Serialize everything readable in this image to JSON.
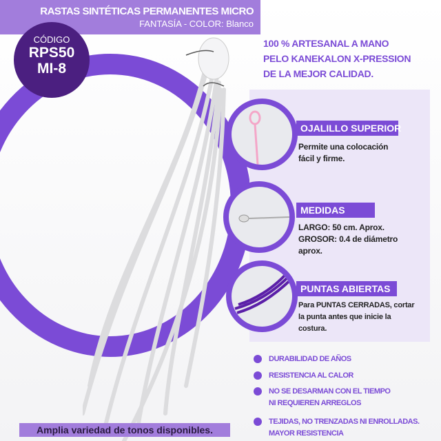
{
  "header": {
    "title": "RASTAS SINTÉTICAS PERMANENTES MICRO",
    "subtitle": "FANTASÍA - COLOR: Blanco"
  },
  "code": {
    "label": "CÓDIGO",
    "line1": "RPS50",
    "line2": "MI-8"
  },
  "claims": [
    "100 % ARTESANAL A MANO",
    "PELO KANEKALON X-PRESSION",
    "DE LA MEJOR CALIDAD."
  ],
  "features": [
    {
      "title": "OJALILLO SUPERIOR",
      "desc": [
        "Permite una colocación",
        "fácil y firme."
      ]
    },
    {
      "title": "MEDIDAS",
      "desc": [
        "LARGO: 50 cm. Aprox.",
        "GROSOR: 0.4 de diámetro",
        "aprox."
      ]
    },
    {
      "title": "PUNTAS ABIERTAS",
      "desc": [
        "Para PUNTAS CERRADAS, cortar",
        "la punta antes que inicie la",
        "costura."
      ]
    }
  ],
  "bullets": [
    [
      "DURABILIDAD DE AÑOS"
    ],
    [
      "RESISTENCIA AL CALOR"
    ],
    [
      "NO SE DESARMAN CON EL TIEMPO",
      "NI REQUIEREN ARREGLOS"
    ],
    [
      "TEJIDAS, NO TRENZADAS NI ENROLLADAS.",
      "MAYOR RESISTENCIA"
    ]
  ],
  "footer": "Amplia variedad de tonos disponibles.",
  "colors": {
    "accent": "#7b4bd6",
    "header": "#a27ddc",
    "badge": "#4b1f80",
    "panel": "#ece6f8"
  }
}
